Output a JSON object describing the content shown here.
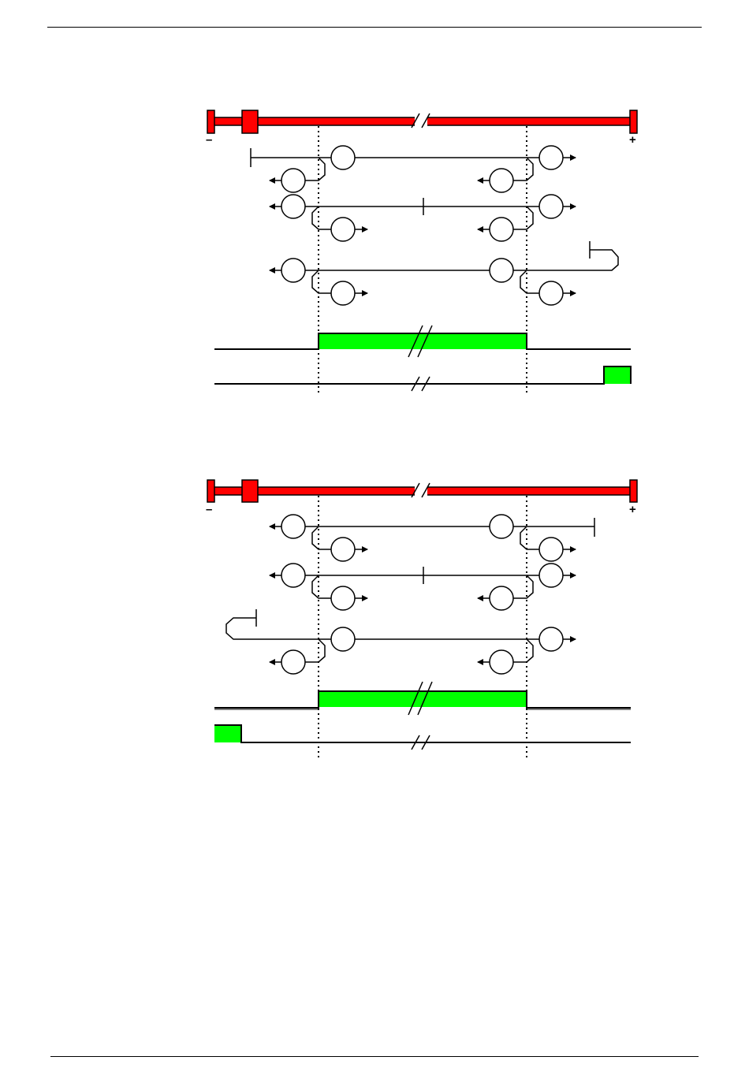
{
  "header": {},
  "footer": {},
  "diagrams": [
    {
      "id": "diagram-top",
      "axis": {
        "minus_label": "–",
        "plus_label": "+"
      },
      "colors": {
        "axis_bar": "#ff0000",
        "signal_fill": "#00ff00",
        "line": "#000000"
      },
      "signals": [
        {
          "name": "signal-1",
          "high_between_dotted_lines": true
        },
        {
          "name": "signal-2",
          "high_at": "right-end"
        }
      ]
    },
    {
      "id": "diagram-bottom",
      "axis": {
        "minus_label": "–",
        "plus_label": "+"
      },
      "colors": {
        "axis_bar": "#ff0000",
        "signal_fill": "#00ff00",
        "line": "#000000"
      },
      "signals": [
        {
          "name": "signal-1",
          "high_between_dotted_lines": true
        },
        {
          "name": "signal-2",
          "high_at": "left-end"
        }
      ]
    }
  ]
}
